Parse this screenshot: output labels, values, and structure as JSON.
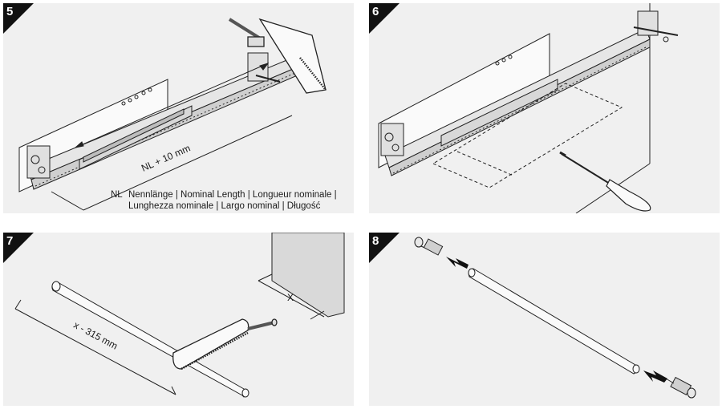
{
  "steps": [
    {
      "number": "5"
    },
    {
      "number": "6"
    },
    {
      "number": "7"
    },
    {
      "number": "8"
    }
  ],
  "step5": {
    "cut_label": "NL + 10 mm",
    "nl_abbrev": "NL",
    "nl_line1": "Nennlänge | Nominal Length | Longueur nominale |",
    "nl_line2": "Lunghezza nominale | Largo nominal | Długość"
  },
  "step7": {
    "cut_label": "x - 315 mm",
    "x_label": "X"
  },
  "colors": {
    "panel_bg": "#f0f0f0",
    "badge": "#111111",
    "line": "#222222",
    "rail_fill": "#dcdcdc"
  },
  "icons": [
    "hacksaw-icon",
    "screwdriver-icon",
    "arrow-right-icon",
    "arrow-left-icon"
  ]
}
